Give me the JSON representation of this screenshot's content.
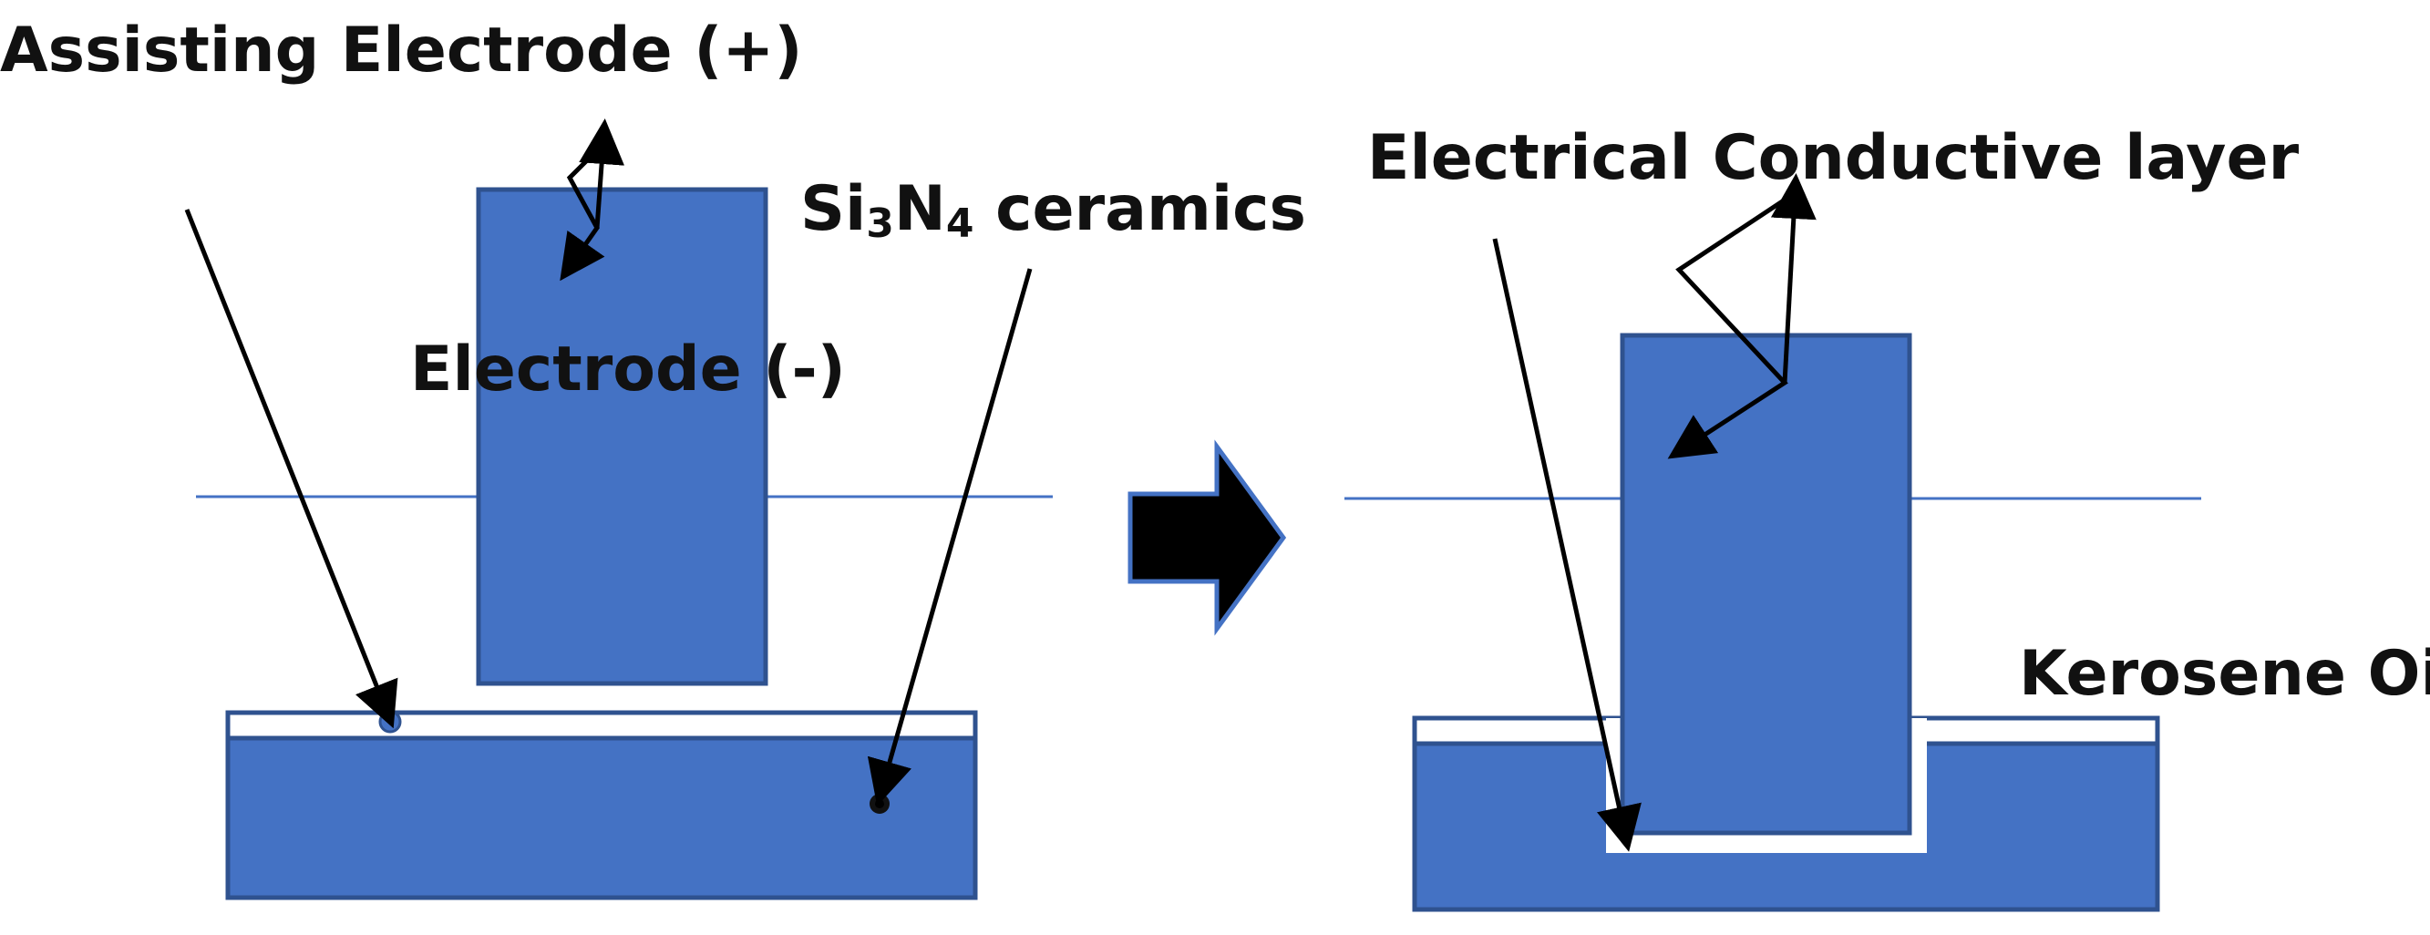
{
  "diagram": {
    "labels": {
      "assisting_electrode": "Assisting Electrode (+)",
      "electrode_negative": "Electrode (-)",
      "si3n4_prefix": "Si",
      "si3n4_sub1": "3",
      "si3n4_mid": "N",
      "si3n4_sub2": "4",
      "si3n4_suffix": " ceramics",
      "conductive_layer": "Electrical Conductive layer",
      "kerosene_oil": "Kerosene Oil"
    },
    "colors": {
      "electrode_fill": "#4472c4",
      "electrode_stroke": "#2f528f",
      "oil_line": "#4472c4",
      "layer_fill": "#ffffff",
      "arrow": "#000000"
    },
    "icons": {
      "process_arrow": "right-arrow-icon",
      "spark": "zigzag-arrow-icon"
    }
  }
}
